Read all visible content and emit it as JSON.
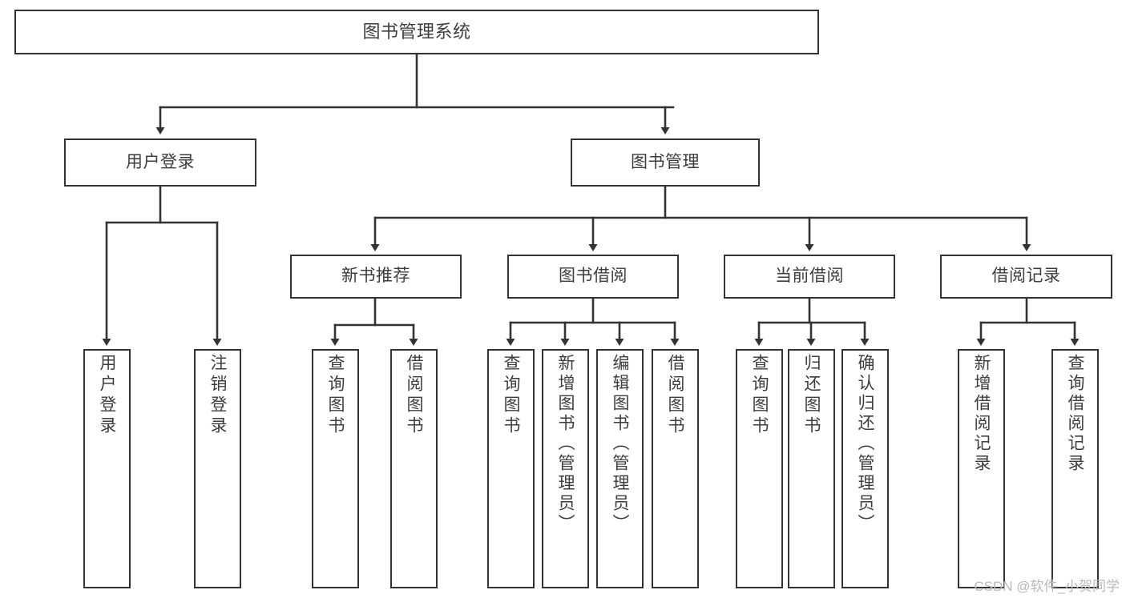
{
  "diagram": {
    "title": "图书管理系统",
    "type": "tree",
    "orientation": "top-down",
    "colors": {
      "background": "#ffffff",
      "node_fill": "#ffffff",
      "node_border": "#333333",
      "edge": "#333333",
      "text": "#3d3d3d",
      "watermark": "#b9b9b9"
    },
    "nodes": {
      "root": {
        "label": "图书管理系统"
      },
      "level2": [
        {
          "id": "user-login",
          "label": "用户登录"
        },
        {
          "id": "book-manage",
          "label": "图书管理"
        }
      ],
      "level3": [
        {
          "id": "new-book-recommend",
          "label": "新书推荐"
        },
        {
          "id": "book-borrow",
          "label": "图书借阅"
        },
        {
          "id": "current-borrow",
          "label": "当前借阅"
        },
        {
          "id": "borrow-record",
          "label": "借阅记录"
        }
      ],
      "leaves": {
        "user-login": [
          {
            "id": "leaf-user-login",
            "label": "用户登录"
          },
          {
            "id": "leaf-logout-login",
            "label": "注销登录"
          }
        ],
        "new-book-recommend": [
          {
            "id": "leaf-query-book-1",
            "label": "查询图书"
          },
          {
            "id": "leaf-borrow-book-1",
            "label": "借阅图书"
          }
        ],
        "book-borrow": [
          {
            "id": "leaf-query-book-2",
            "label": "查询图书"
          },
          {
            "id": "leaf-add-book",
            "label": "新增图书（管理员）"
          },
          {
            "id": "leaf-edit-book",
            "label": "编辑图书（管理员）"
          },
          {
            "id": "leaf-borrow-book-2",
            "label": "借阅图书"
          }
        ],
        "current-borrow": [
          {
            "id": "leaf-query-book-3",
            "label": "查询图书"
          },
          {
            "id": "leaf-return-book",
            "label": "归还图书"
          },
          {
            "id": "leaf-confirm-return",
            "label": "确认归还（管理员）"
          }
        ],
        "borrow-record": [
          {
            "id": "leaf-add-record",
            "label": "新增借阅记录"
          },
          {
            "id": "leaf-query-record",
            "label": "查询借阅记录"
          }
        ]
      }
    },
    "watermark": "CSDN @软件_小贺同学"
  }
}
